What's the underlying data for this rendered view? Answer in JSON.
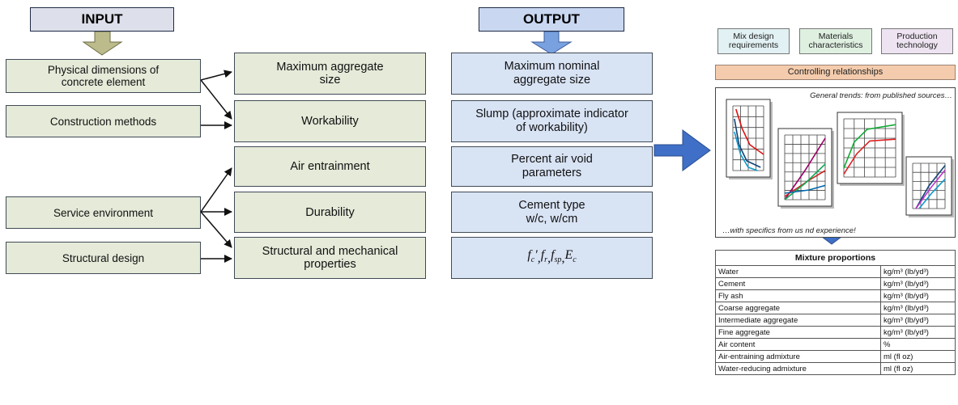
{
  "input": {
    "header": "INPUT",
    "items": [
      "Physical dimensions of concrete element",
      "Construction methods",
      "Service environment",
      "Structural design"
    ]
  },
  "middle": {
    "items": [
      "Maximum aggregate size",
      "Workability",
      "Air entrainment",
      "Durability",
      "Structural and mechanical properties"
    ]
  },
  "output": {
    "header": "OUTPUT",
    "items": [
      "Maximum nominal aggregate size",
      "Slump (approximate indicator of workability)",
      "Percent air void parameters",
      "Cement type w/c, w/cm"
    ],
    "formula": {
      "fc": "f",
      "fc_sub": "c",
      "fc_prime": "′",
      "fr": "f",
      "fr_sub": "r",
      "fsp": "f",
      "fsp_sub": "sp",
      "ec": "E",
      "ec_sub": "c",
      "sep": ", "
    }
  },
  "right_panel": {
    "top_boxes": [
      "Mix design requirements",
      "Materials characteristics",
      "Production technology"
    ],
    "controlling": "Controlling relationships",
    "trends_caption": "General trends: from published sources…",
    "specifics_caption": "…with specifics from us          nd experience!",
    "table": {
      "title": "Mixture proportions",
      "rows": [
        {
          "name": "Water",
          "unit": "kg/m³  (lb/yd³)"
        },
        {
          "name": "Cement",
          "unit": "kg/m³  (lb/yd³)"
        },
        {
          "name": "Fly ash",
          "unit": "kg/m³  (lb/yd³)"
        },
        {
          "name": "Coarse aggregate",
          "unit": "kg/m³  (lb/yd³)"
        },
        {
          "name": "Intermediate aggregate",
          "unit": "kg/m³  (lb/yd³)"
        },
        {
          "name": "Fine aggregate",
          "unit": "kg/m³  (lb/yd³)"
        },
        {
          "name": "Air content",
          "unit": "%"
        },
        {
          "name": "Air-entraining admixture",
          "unit": "ml  (fl oz)"
        },
        {
          "name": "Water-reducing admixture",
          "unit": "ml  (fl oz)"
        }
      ]
    }
  },
  "colors": {
    "input_fill": "#e5ead9",
    "output_fill": "#d8e3f4",
    "arrow_blue": "#3f6fc6",
    "input_arrow": "#bbbb8c",
    "controlling_fill": "#f4ccad",
    "box1_fill": "#e2f1f3",
    "box2_fill": "#dff0e1",
    "box3_fill": "#ede3f1"
  }
}
